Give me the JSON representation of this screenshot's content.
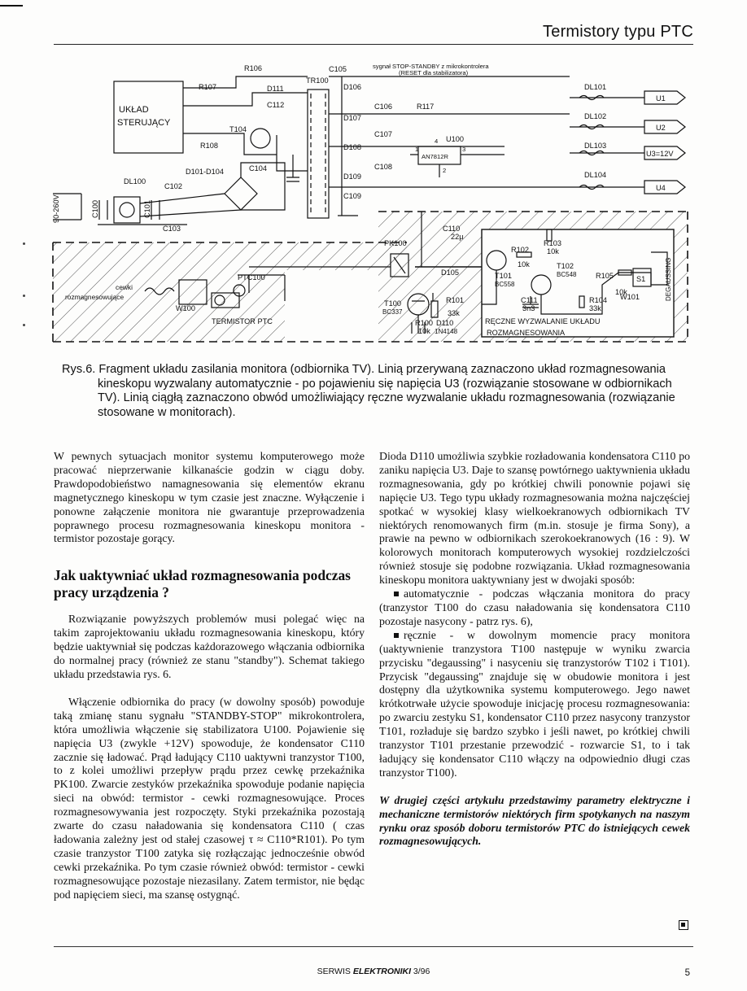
{
  "header": {
    "title": "Termistory typu PTC"
  },
  "figure": {
    "labels": {
      "sterowanie": [
        "UKŁAD",
        "STERUJĄCY"
      ],
      "stop_signal": [
        "sygnał STOP-STANDBY z mikrokontrolera",
        "(RESET dla stabilizatora)"
      ],
      "r106": "R106",
      "r107": "R107",
      "r108": "R108",
      "r117": "R117",
      "d111": "D111",
      "c112": "C112",
      "t104": "T104",
      "tr100": "TR100",
      "c105": "C105",
      "d106": "D106",
      "c106": "C106",
      "d107": "D107",
      "c107": "C107",
      "d108": "D108",
      "c108": "C108",
      "d109": "D109",
      "c109": "C109",
      "u100": "U100",
      "an7812r": "AN7812R",
      "pin1": "1",
      "pin2": "2",
      "pin3": "3",
      "pin4": "4",
      "d101_d104": "D101-D104",
      "c104": "C104",
      "dl100": "DL100",
      "c102": "C102",
      "c100": "C100",
      "c101": "C101",
      "c103": "C103",
      "mains": "90-260V",
      "dl101": "DL101",
      "dl102": "DL102",
      "dl103": "DL103",
      "dl104": "DL104",
      "u1": "U1",
      "u2": "U2",
      "u3": "U3=12V",
      "u4": "U4",
      "pk100": "PK100",
      "c110": "C110",
      "c110_val": "22μ",
      "d105": "D105",
      "r102": "R102",
      "r103": "R103",
      "r103_val": "10k",
      "r102_val": "10k",
      "t102": "T102",
      "t102_type": "BC548",
      "t101": "T101",
      "t101_type": "BC558",
      "r105": "R105",
      "r105_val": "10k",
      "s1": "S1",
      "degaussing": "DEGAUSSING",
      "c111": "C111",
      "c111_val": "3n3",
      "r104": "R104",
      "r104_val": "33k",
      "w101": "W101",
      "reczne": "RĘCZNE WYZWALANIE UKŁADU",
      "rozmag": "ROZMAGNESOWANIA",
      "r101": "R101",
      "r101_val": "33k",
      "t100": "T100",
      "t100_type": "BC337",
      "r100": "R100",
      "r100_val": "10k",
      "d110": "D110",
      "d110_type": "1N4148",
      "ptc100": "PTC100",
      "cewki": [
        "cewki",
        "rozmagnesowujące"
      ],
      "w100": "W100",
      "termistor": "TERMISTOR PTC"
    },
    "caption": "Rys.6. Fragment układu zasilania monitora (odbiornika TV). Linią przerywaną zaznaczono układ rozmagnesowania kineskopu wyzwalany automatycznie - po pojawieniu się napięcia U3 (rozwiązanie stosowane w odbiornikach TV). Linią ciągłą zaznaczono obwód umożliwiający ręczne wyzwalanie układu rozmagnesowania (rozwiązanie stosowane w monitorach)."
  },
  "left_column": {
    "p1": "W pewnych sytuacjach monitor systemu komputerowego może pracować nieprzerwanie kilkanaście godzin w ciągu doby. Prawdopodobieństwo namagnesowania się elementów ekranu magnetycznego kineskopu w tym czasie jest znaczne. Wyłączenie i ponowne załączenie monitora nie gwarantuje przeprowadzenia poprawnego procesu rozmagnesowania kineskopu monitora - termistor pozostaje gorący.",
    "heading": "Jak uaktywniać układ rozmagnesowania podczas pracy urządzenia ?",
    "p2": "Rozwiązanie powyższych problemów musi polegać więc na takim zaprojektowaniu układu rozmagnesowania kineskopu, który będzie uaktywniał się podczas każdorazowego włączania odbiornika do normalnej pracy (również ze stanu \"standby\"). Schemat takiego układu przedstawia rys. 6.",
    "p3": "Włączenie odbiornika do pracy (w dowolny sposób) powoduje taką zmianę stanu sygnału \"STANDBY-STOP\" mikrokontrolera, która umożliwia włączenie się stabilizatora U100. Pojawienie się napięcia U3 (zwykle +12V) spowoduje, że kondensator C110 zacznie się ładować. Prąd ładujący C110 uaktywni tranzystor T100, to z kolei umożliwi przepływ prądu przez cewkę przekaźnika PK100. Zwarcie zestyków przekaźnika spowoduje podanie napięcia sieci na obwód: termistor - cewki rozmagnesowujące. Proces rozmagnesowywania jest rozpoczęty. Styki przekaźnika pozostają zwarte do czasu naładowania się kondensatora C110 ( czas ładowania zależny jest od stałej czasowej τ ≈ C110*R101). Po tym czasie tranzystor T100 zatyka się rozłączając jednocześnie obwód cewki przekaźnika. Po tym czasie również obwód: termistor - cewki rozmagnesowujące pozostaje niezasilany. Zatem termistor, nie będąc pod napięciem sieci, ma szansę ostygnąć."
  },
  "right_column": {
    "p1": "Dioda D110 umożliwia szybkie rozładowania kondensatora C110 po zaniku napięcia U3. Daje to szansę powtórnego uaktywnienia układu rozmagnesowania, gdy po krótkiej chwili ponownie pojawi się napięcie U3. Tego typu układy rozmagnesowania można najczęściej spotkać w wysokiej klasy wielkoekranowych odbiornikach TV niektórych renomowanych firm (m.in. stosuje je firma Sony), a prawie na pewno w odbiornikach szerokoekranowych (16 : 9). W kolorowych monitorach komputerowych wysokiej rozdzielczości również stosuje się podobne rozwiązania. Układ rozmagnesowania kineskopu monitora uaktywniany jest w dwojaki sposób:",
    "b1": "automatycznie - podczas włączania monitora do pracy (tranzystor T100 do czasu naładowania się kondensatora C110 pozostaje nasycony - patrz rys. 6),",
    "b2": "ręcznie - w dowolnym momencie pracy monitora (uaktywnienie tranzystora T100 następuje w wyniku zwarcia przycisku \"degaussing\" i nasyceniu się tranzystorów T102 i T101). Przycisk \"degaussing\" znajduje się w obudowie monitora i jest dostępny dla użytkownika systemu komputerowego. Jego nawet krótkotrwałe użycie spowoduje inicjację procesu rozmagnesowania: po zwarciu zestyku S1, kondensator C110 przez nasycony tranzystor T101, rozładuje się bardzo szybko i jeśli nawet, po krótkiej chwili tranzystor T101 przestanie przewodzić - rozwarcie S1, to i tak ładujący się kondensator C110 włączy na odpowiednio długi czas tranzystor T100).",
    "note": "W drugiej części artykułu przedstawimy parametry elektryczne i mechaniczne termistorów niektórych firm spotykanych na naszym rynku oraz sposób doboru termistorów PTC do istniejących cewek rozmagnesowujących."
  },
  "footer": {
    "serwis": "SERWIS",
    "magazine": "ELEKTRONIKI",
    "issue": "3/96",
    "page": "5"
  }
}
